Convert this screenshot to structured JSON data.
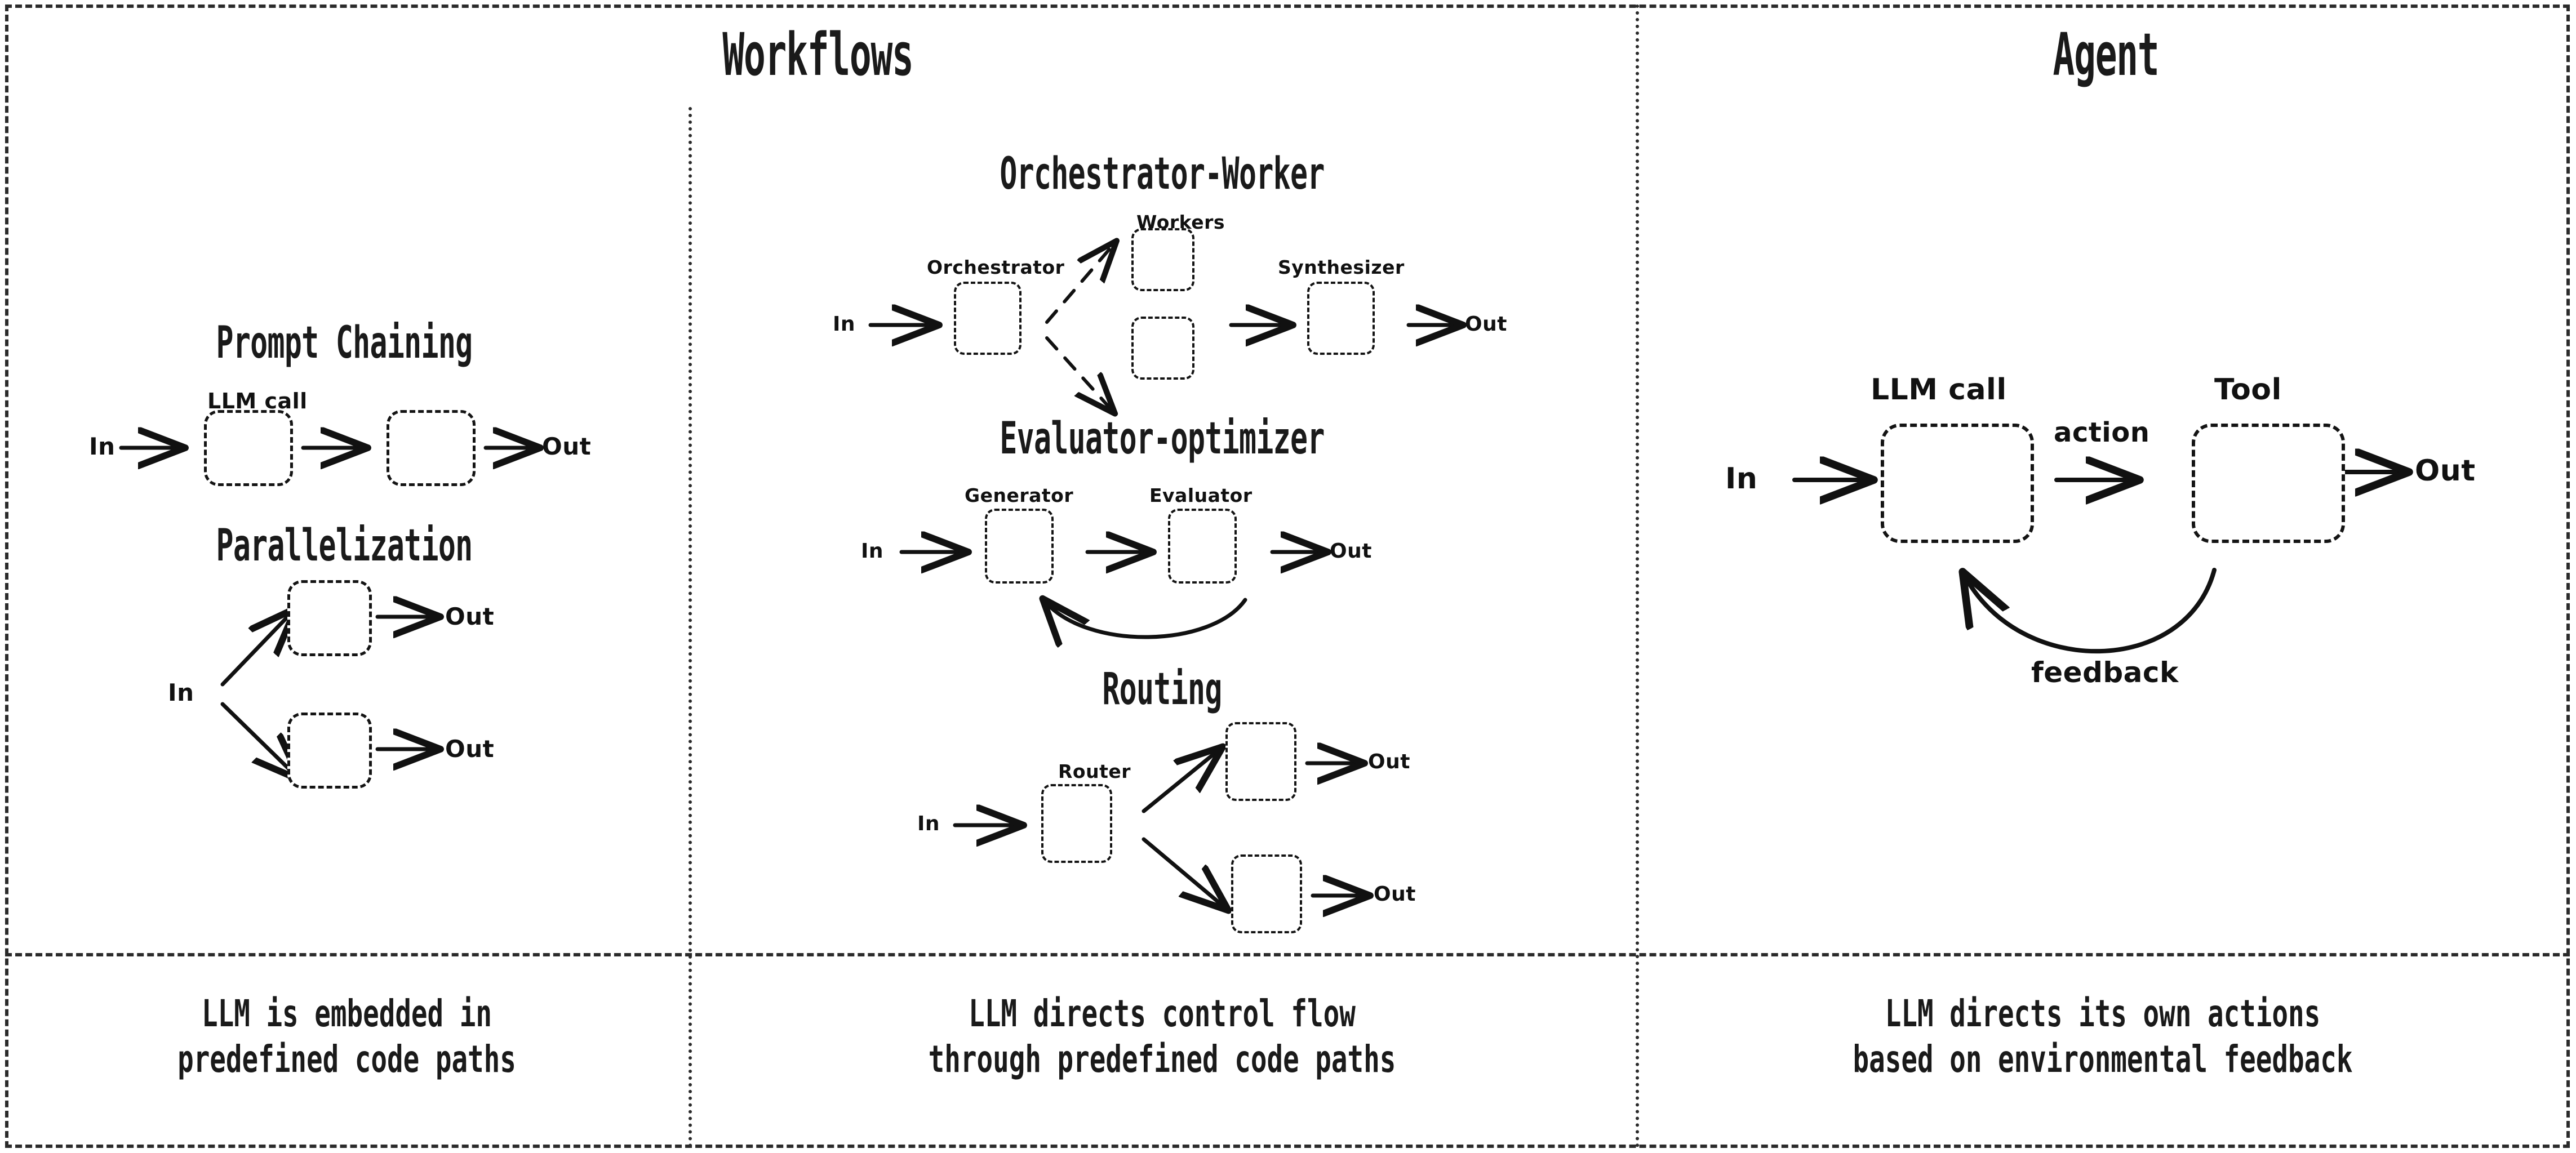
{
  "columns": {
    "workflows_title": "Workflows",
    "agent_title": "Agent"
  },
  "sections": {
    "prompt_chaining": {
      "title": "Prompt Chaining",
      "node_label": "LLM call",
      "in_label": "In",
      "out_label": "Out",
      "nodes": [
        "brain-icon",
        "brain-icon"
      ]
    },
    "parallelization": {
      "title": "Parallelization",
      "in_label": "In",
      "out_label_top": "Out",
      "out_label_bottom": "Out",
      "nodes": [
        "brain-icon",
        "brain-icon"
      ]
    },
    "orchestrator_worker": {
      "title": "Orchestrator-Worker",
      "workers_label": "Workers",
      "orchestrator_label": "Orchestrator",
      "synthesizer_label": "Synthesizer",
      "in_label": "In",
      "out_label": "Out",
      "nodes": [
        "brain-icon",
        "brain-icon",
        "brain-icon",
        "brain-icon"
      ]
    },
    "evaluator_optimizer": {
      "title": "Evaluator-optimizer",
      "generator_label": "Generator",
      "evaluator_label": "Evaluator",
      "in_label": "In",
      "out_label": "Out",
      "nodes": [
        "brain-icon",
        "brain-icon"
      ]
    },
    "routing": {
      "title": "Routing",
      "router_label": "Router",
      "in_label": "In",
      "out_label_top": "Out",
      "out_label_bottom": "Out",
      "nodes": [
        "brain-icon",
        "brain-icon",
        "brain-icon"
      ]
    },
    "agent": {
      "llm_call_label": "LLM call",
      "tool_label": "Tool",
      "action_label": "action",
      "feedback_label": "feedback",
      "in_label": "In",
      "out_label": "Out",
      "nodes": [
        "brain-icon",
        "tool-icon"
      ]
    }
  },
  "captions": {
    "left": "LLM is embedded in\npredefined code paths",
    "middle": "LLM directs control flow\nthrough predefined code paths",
    "right": "LLM directs its own actions\nbased on environmental feedback"
  },
  "colors": {
    "ink": "#1a1a1a",
    "border": "#141414",
    "tool_metal": "#8cb8cc",
    "tool_metal_light": "#a8cfe0",
    "tool_metal_dark": "#6fa3ba",
    "tool_handle": "#a5603a",
    "background": "#ffffff"
  }
}
